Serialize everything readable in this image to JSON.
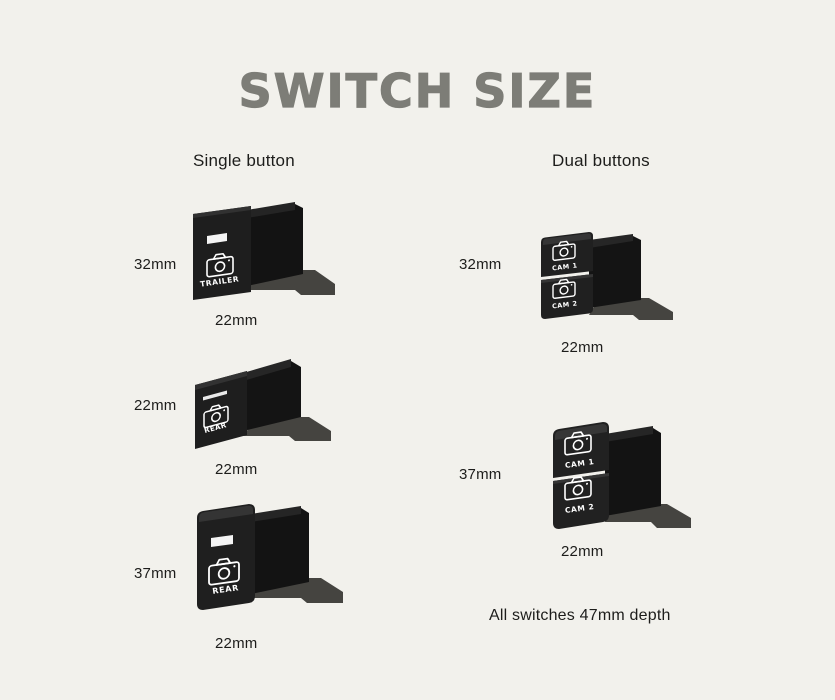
{
  "page": {
    "title": "SWITCH SIZE",
    "background_color": "#f2f1ec",
    "title_color": "#7d7d77",
    "text_color": "#1d1d1b",
    "switch_body_color": "#1a1a1a",
    "shadow_color": "#454440",
    "label_color": "#ffffff"
  },
  "columns": {
    "single": {
      "heading": "Single button"
    },
    "dual": {
      "heading": "Dual buttons"
    }
  },
  "footer": {
    "note": "All switches 47mm depth"
  },
  "switches": [
    {
      "id": "single-32",
      "type": "single",
      "height_label": "32mm",
      "width_label": "22mm",
      "has_led": true,
      "icon": "camera-icon",
      "buttons": [
        {
          "label": "TRAILER",
          "icon": "camera-icon"
        }
      ]
    },
    {
      "id": "single-22",
      "type": "single",
      "height_label": "22mm",
      "width_label": "22mm",
      "has_led": true,
      "icon": "camera-icon",
      "buttons": [
        {
          "label": "REAR",
          "icon": "camera-icon"
        }
      ]
    },
    {
      "id": "single-37",
      "type": "single",
      "height_label": "37mm",
      "width_label": "22mm",
      "has_led": true,
      "icon": "camera-icon",
      "buttons": [
        {
          "label": "REAR",
          "icon": "camera-icon"
        }
      ]
    },
    {
      "id": "dual-32",
      "type": "dual",
      "height_label": "32mm",
      "width_label": "22mm",
      "has_led": false,
      "buttons": [
        {
          "label": "CAM 1",
          "icon": "camera-icon"
        },
        {
          "label": "CAM 2",
          "icon": "camera-icon"
        }
      ]
    },
    {
      "id": "dual-37",
      "type": "dual",
      "height_label": "37mm",
      "width_label": "22mm",
      "has_led": false,
      "buttons": [
        {
          "label": "CAM 1",
          "icon": "camera-icon"
        },
        {
          "label": "CAM 2",
          "icon": "camera-icon"
        }
      ]
    }
  ]
}
